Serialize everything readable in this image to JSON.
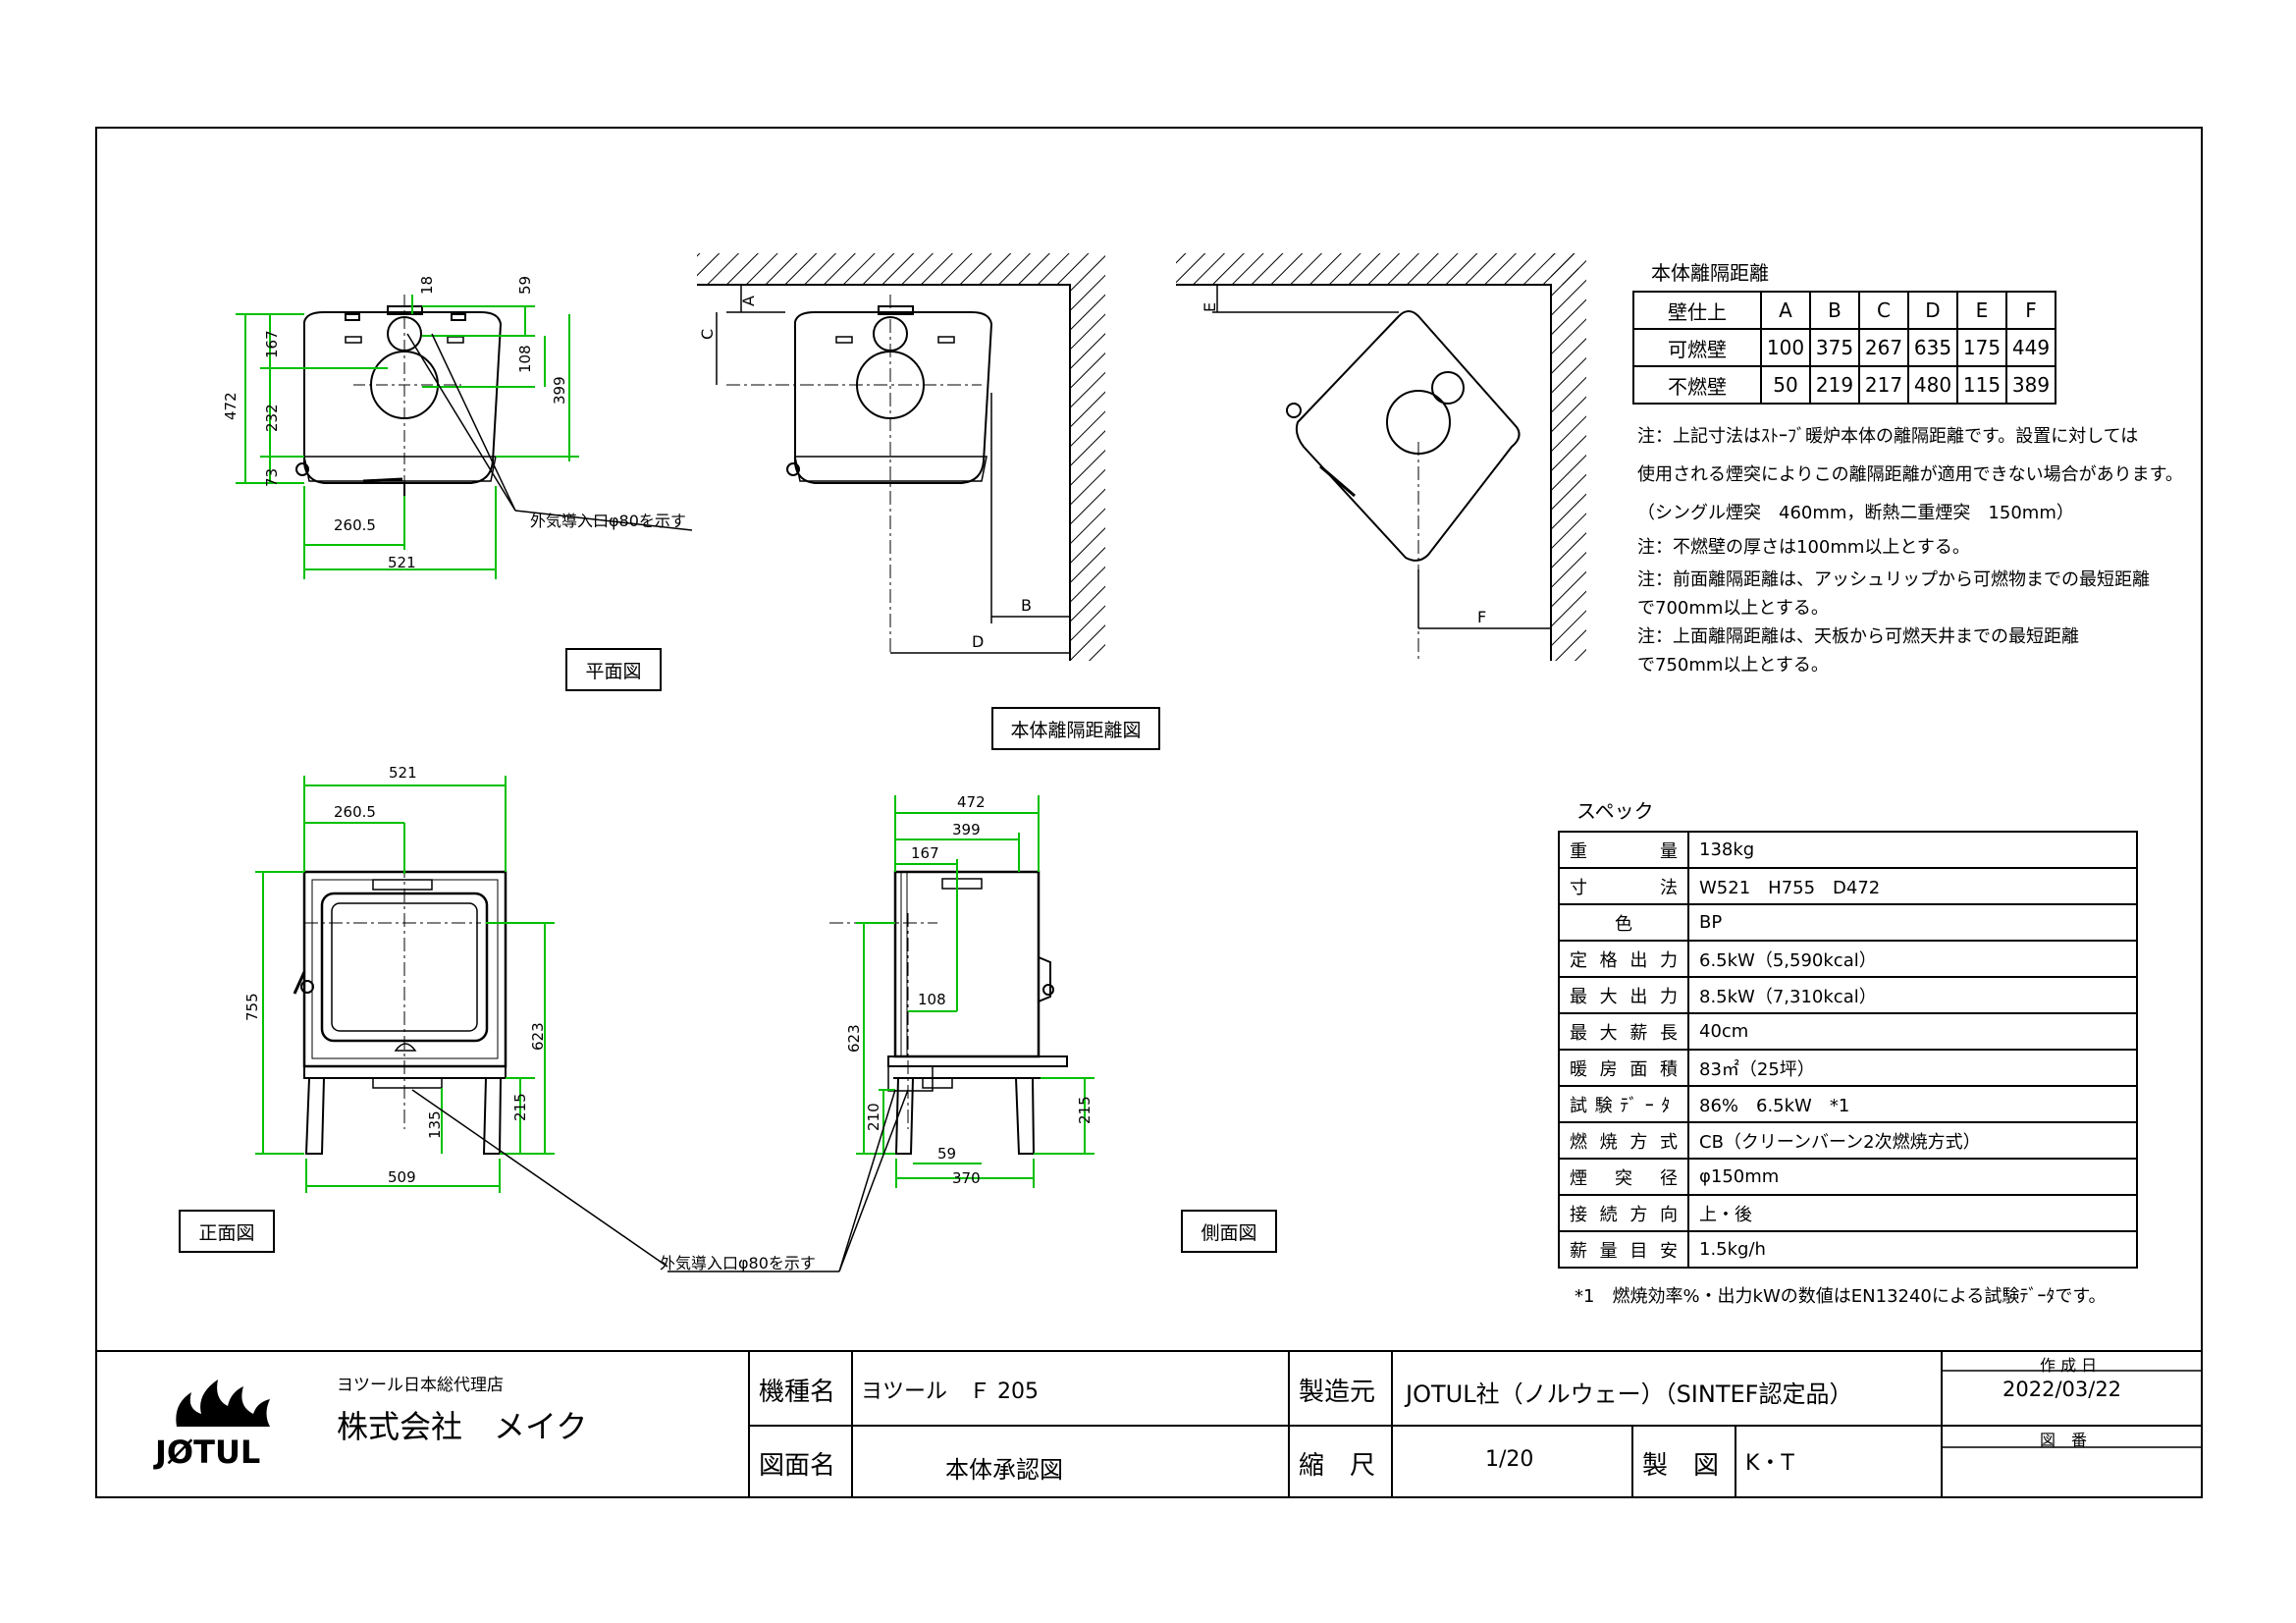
{
  "plan_view": {
    "label": "平面図",
    "dims": {
      "d18": "18",
      "d59": "59",
      "d167": "167",
      "d108": "108",
      "d472": "472",
      "d399": "399",
      "d232": "232",
      "d73": "73",
      "d260_5": "260.5",
      "d521": "521"
    },
    "note": "外気導入口φ80を示す"
  },
  "clearance_view": {
    "label": "本体離隔距離図",
    "letters": {
      "a": "A",
      "b": "B",
      "c": "C",
      "d": "D",
      "e": "E",
      "f": "F"
    }
  },
  "clearance_table": {
    "title": "本体離隔距離",
    "header": [
      "壁仕上",
      "A",
      "B",
      "C",
      "D",
      "E",
      "F"
    ],
    "rows": [
      [
        "可燃壁",
        "100",
        "375",
        "267",
        "635",
        "175",
        "449"
      ],
      [
        "不燃壁",
        "50",
        "219",
        "217",
        "480",
        "115",
        "389"
      ]
    ]
  },
  "notes": [
    "注：上記寸法はｽﾄｰﾌﾞ暖炉本体の離隔距離です。設置に対しては",
    "使用される煙突によりこの離隔距離が適用できない場合があります。",
    "（シングル煙突　460mm，断熱二重煙突　150mm）",
    "注：不燃壁の厚さは100mm以上とする。",
    "注：前面離隔距離は、アッシュリップから可燃物までの最短距離",
    "で700mm以上とする。",
    "注：上面離隔距離は、天板から可燃天井までの最短距離",
    "で750mm以上とする。"
  ],
  "front_view": {
    "label": "正面図",
    "dims": {
      "d521": "521",
      "d260_5": "260.5",
      "d755": "755",
      "d623": "623",
      "d215": "215",
      "d135": "135",
      "d509": "509"
    }
  },
  "side_view": {
    "label": "側面図",
    "dims": {
      "d472": "472",
      "d399": "399",
      "d167": "167",
      "d108": "108",
      "d623": "623",
      "d210": "210",
      "d59": "59",
      "d370": "370",
      "d215": "215"
    }
  },
  "inlet_note": "外気導入口φ80を示す",
  "spec": {
    "title": "スペック",
    "rows": [
      {
        "k": "重量",
        "v": "138kg"
      },
      {
        "k": "寸法",
        "v": "W521　H755　D472"
      },
      {
        "k": "色",
        "v": "BP"
      },
      {
        "k": "定格出力",
        "v": "6.5kW（5,590kcal）"
      },
      {
        "k": "最大出力",
        "v": "8.5kW（7,310kcal）"
      },
      {
        "k": "最大薪長",
        "v": "40cm"
      },
      {
        "k": "暖房面積",
        "v": "83㎡（25坪）"
      },
      {
        "k": "試験ﾃﾞｰﾀ",
        "v": "86%　6.5kW　*1"
      },
      {
        "k": "燃焼方式",
        "v": "CB（クリーンバーン2次燃焼方式）"
      },
      {
        "k": "煙突径",
        "v": "φ150mm"
      },
      {
        "k": "接続方向",
        "v": "上・後"
      },
      {
        "k": "薪量目安",
        "v": "1.5kg/h"
      }
    ],
    "footnote": "*1　燃焼効率%・出力kWの数値はEN13240による試験ﾃﾞｰﾀです。"
  },
  "title_block": {
    "agent_small": "ヨツール日本総代理店",
    "company": "株式会社　メイク",
    "logo_text": "JØTUL",
    "model_label": "機種名",
    "model_value": "ヨツール　Ｆ 205",
    "maker_label": "製造元",
    "maker_value": "JOTUL社（ノルウェー）（SINTEF認定品）",
    "date_label": "作 成 日",
    "date_value": "2022/03/22",
    "drawing_label": "図面名",
    "drawing_value": "本体承認図",
    "scale_label": "縮　尺",
    "scale_value": "1/20",
    "drafter_label": "製　図",
    "drafter_value": "K・T",
    "number_label": "図　番",
    "number_value": ""
  }
}
